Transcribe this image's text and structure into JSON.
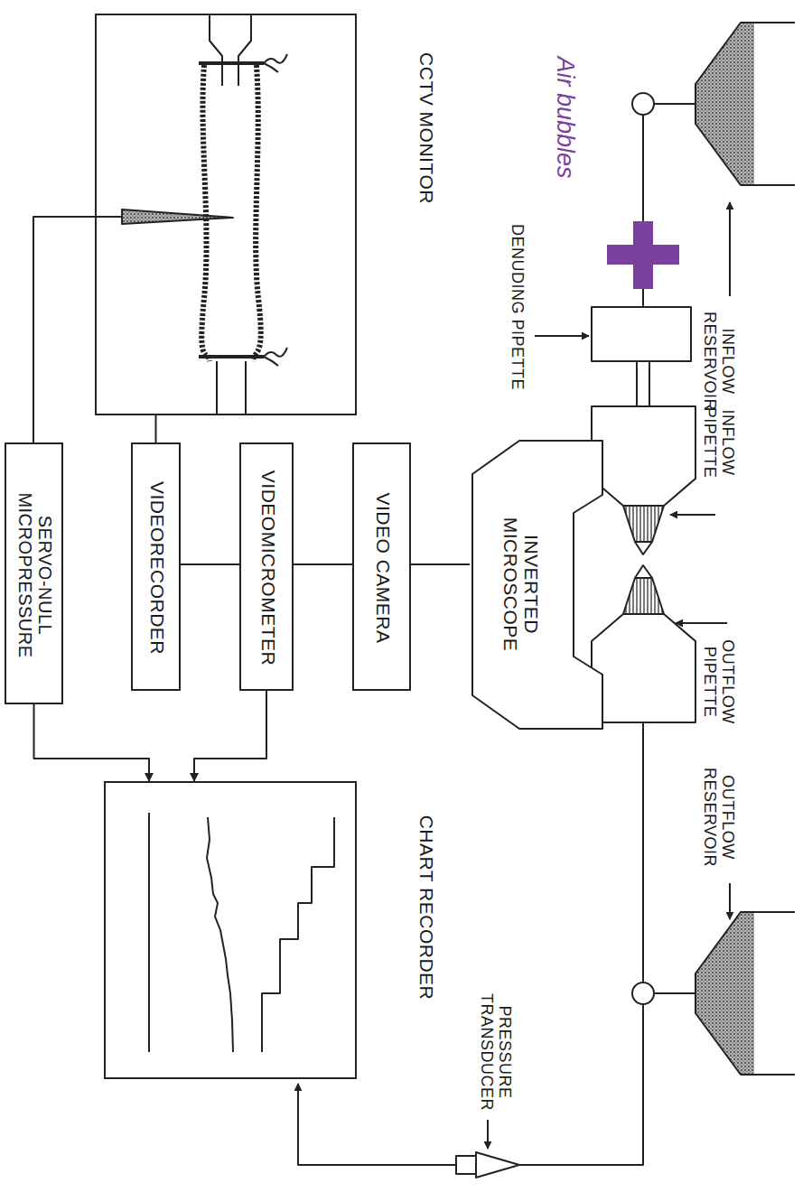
{
  "diagram": {
    "nodes": [
      {
        "text": [
          "CCTV MONITOR"
        ]
      },
      {
        "text": [
          "INVERTED MICROSCOPE"
        ]
      },
      {
        "text": [
          "VIDEO CAMERA"
        ]
      },
      {
        "text": [
          "VIDEOMICROMETER"
        ]
      },
      {
        "text": [
          "VIDEORECORDER"
        ]
      },
      {
        "text": [
          "SERVO-NULL MICROPRESSURE"
        ]
      },
      {
        "text": [
          "CHART RECORDER"
        ]
      }
    ],
    "edges": [
      {
        "from": 1,
        "to": 2,
        "arrow": "none"
      },
      {
        "from": 2,
        "to": 3,
        "arrow": "none"
      },
      {
        "from": 3,
        "to": 4,
        "arrow": "none"
      },
      {
        "from": 4,
        "to": 0,
        "arrow": "none"
      },
      {
        "from": 3,
        "to": 6,
        "arrow": "to"
      },
      {
        "from": 5,
        "to": 6,
        "arrow": "to"
      }
    ],
    "labels": [
      "Air bubbles",
      "INFLOW RESERVOIR",
      "DENUDING PIPETTE",
      "INFLOW PIPETTE",
      "OUTFLOW PIPETTE",
      "OUTFLOW RESERVOIR",
      "PRESSURE TRANSDUCER"
    ]
  }
}
